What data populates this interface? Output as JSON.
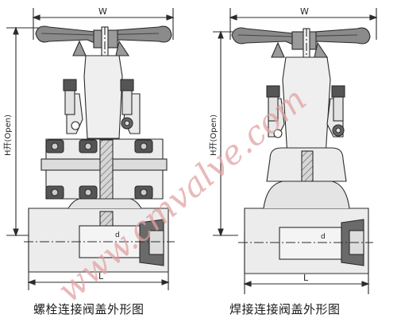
{
  "left_drawing": {
    "width_label": "W",
    "height_label": "H开(Open)",
    "length_label": "L",
    "bore_label": "d",
    "caption": "螺栓连接阀盖外形图"
  },
  "right_drawing": {
    "width_label": "W",
    "height_label": "H开(Open)",
    "length_label": "L",
    "bore_label": "d",
    "caption": "焊接连接阀盖外形图"
  },
  "watermark": {
    "text": "www.cmvalve.com",
    "color": "#e2a2a2"
  },
  "colors": {
    "line": "#2b2b2b",
    "body_fill": "#ececec",
    "section_fill": "#c8c8c8",
    "dark_part": "#4a4a4a"
  }
}
